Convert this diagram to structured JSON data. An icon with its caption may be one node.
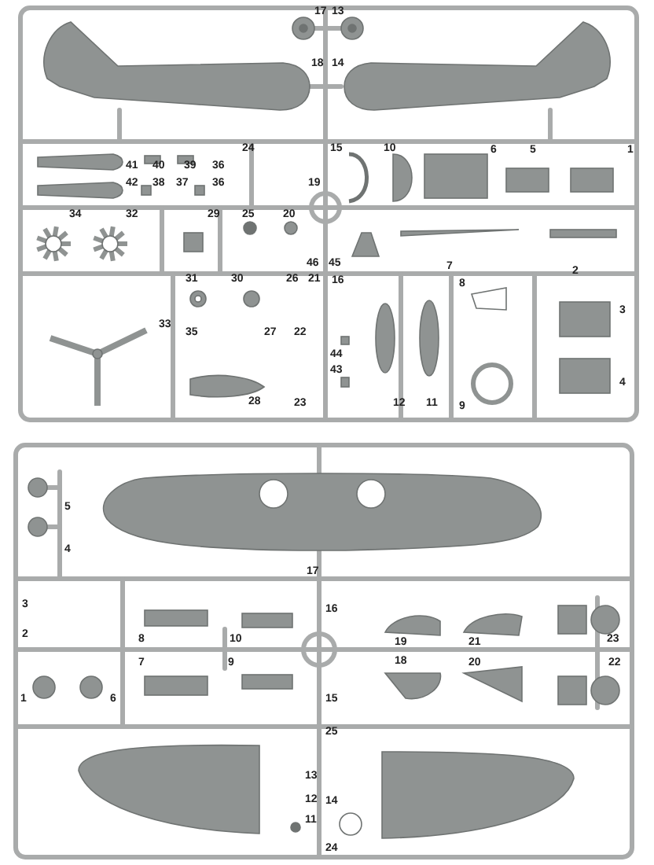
{
  "diagram": {
    "labels": [
      "17",
      "13",
      "18",
      "14",
      "24",
      "15",
      "10",
      "6",
      "5",
      "1",
      "41",
      "40",
      "39",
      "36",
      "42",
      "38",
      "37",
      "36",
      "19",
      "34",
      "32",
      "29",
      "25",
      "20",
      "46",
      "45",
      "7",
      "2",
      "31",
      "30",
      "26",
      "21",
      "16",
      "8",
      "3",
      "33",
      "35",
      "27",
      "22",
      "44",
      "43",
      "4",
      "28",
      "23",
      "12",
      "11",
      "9",
      "5",
      "4",
      "17",
      "3",
      "16",
      "2",
      "8",
      "10",
      "19",
      "21",
      "23",
      "7",
      "9",
      "18",
      "20",
      "22",
      "1",
      "6",
      "15",
      "25",
      "13",
      "12",
      "14",
      "11",
      "24"
    ]
  }
}
